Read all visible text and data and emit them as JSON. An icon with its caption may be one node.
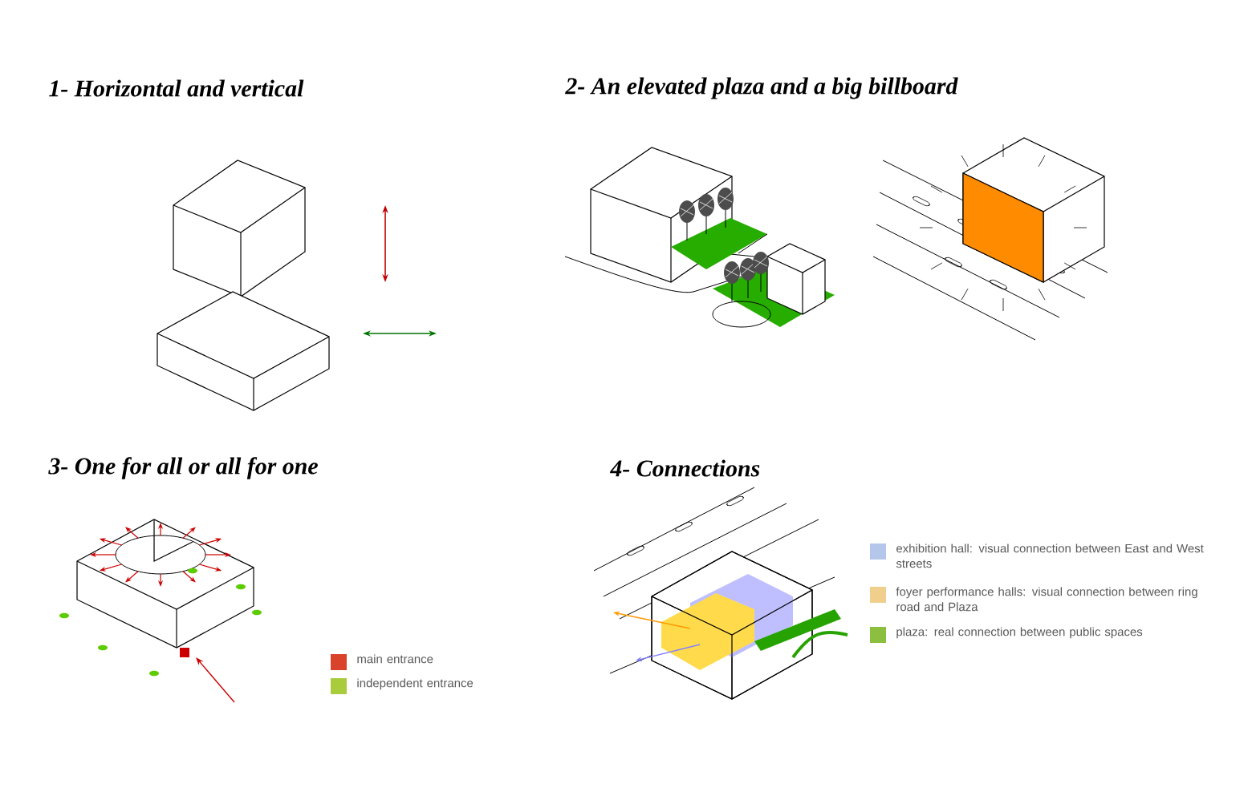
{
  "diagram": {
    "labels": [
      "1- Horizontal and vertical",
      "2- An elevated plaza and a big billboard",
      "3- One for all or all for one",
      "4- Connections"
    ],
    "legend": [
      {
        "text": "main entrance",
        "color": "#d9432b"
      },
      {
        "text": "independent entrance",
        "color": "#a9cc3c"
      },
      {
        "text": "exhibition hall: visual connection between East and West streets",
        "color": "#b4c6ea"
      },
      {
        "text": "foyer performance halls: visual connection between ring road and Plaza",
        "color": "#f0cf8c"
      },
      {
        "text": "plaza: real connection between public spaces",
        "color": "#8cbf3f"
      }
    ]
  }
}
